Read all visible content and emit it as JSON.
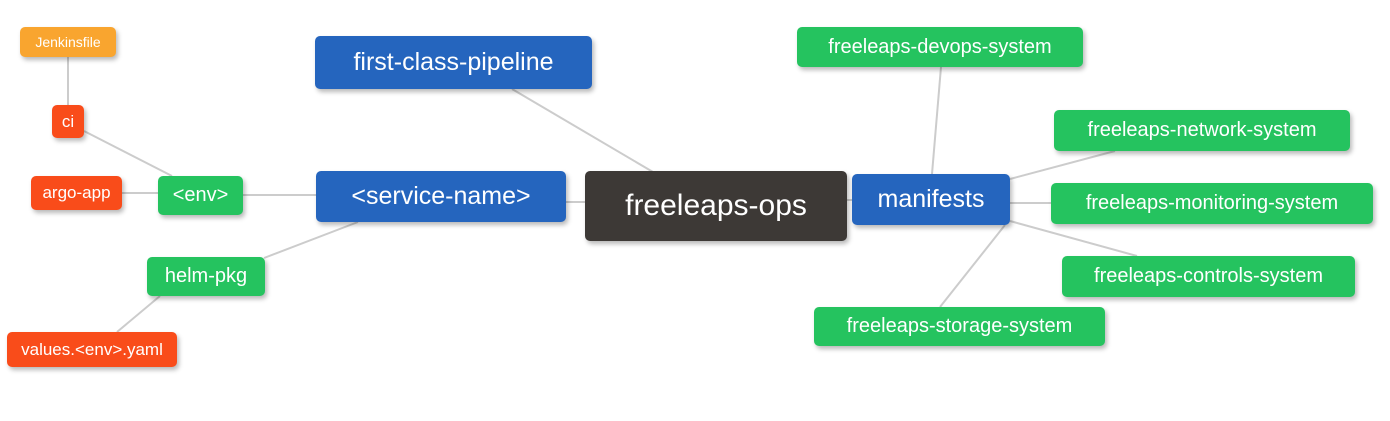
{
  "palette": {
    "root_bg": "#3D3936",
    "level1_bg": "#2565BE",
    "level2_bg": "#25C35F",
    "level3_bg": "#F94C1A",
    "level4_bg": "#F9A52F",
    "node_text": "#FFFFFF",
    "edge": "#CCCCCC",
    "background": "#FFFFFF"
  },
  "diagram": {
    "type": "mindmap",
    "nodes": [
      {
        "id": "freeleaps-ops",
        "label": "freeleaps-ops",
        "level": 0
      },
      {
        "id": "first-class-pipeline",
        "label": "first-class-pipeline",
        "level": 1
      },
      {
        "id": "service-name",
        "label": "<service-name>",
        "level": 1
      },
      {
        "id": "manifests",
        "label": "manifests",
        "level": 1
      },
      {
        "id": "env",
        "label": "<env>",
        "level": 2
      },
      {
        "id": "helm-pkg",
        "label": "helm-pkg",
        "level": 2
      },
      {
        "id": "ci",
        "label": "ci",
        "level": 3
      },
      {
        "id": "argo-app",
        "label": "argo-app",
        "level": 3
      },
      {
        "id": "values-env-yaml",
        "label": "values.<env>.yaml",
        "level": 3
      },
      {
        "id": "jenkinsfile",
        "label": "Jenkinsfile",
        "level": 4
      },
      {
        "id": "freeleaps-devops-system",
        "label": "freeleaps-devops-system",
        "level": 2
      },
      {
        "id": "freeleaps-network-system",
        "label": "freeleaps-network-system",
        "level": 2
      },
      {
        "id": "freeleaps-monitoring-system",
        "label": "freeleaps-monitoring-system",
        "level": 2
      },
      {
        "id": "freeleaps-controls-system",
        "label": "freeleaps-controls-system",
        "level": 2
      },
      {
        "id": "freeleaps-storage-system",
        "label": "freeleaps-storage-system",
        "level": 2
      }
    ],
    "edges": [
      [
        "first-class-pipeline",
        "freeleaps-ops"
      ],
      [
        "service-name",
        "freeleaps-ops"
      ],
      [
        "freeleaps-ops",
        "manifests"
      ],
      [
        "env",
        "service-name"
      ],
      [
        "argo-app",
        "env"
      ],
      [
        "ci",
        "env"
      ],
      [
        "jenkinsfile",
        "ci"
      ],
      [
        "service-name",
        "helm-pkg"
      ],
      [
        "helm-pkg",
        "values-env-yaml"
      ],
      [
        "manifests",
        "freeleaps-devops-system"
      ],
      [
        "manifests",
        "freeleaps-network-system"
      ],
      [
        "manifests",
        "freeleaps-monitoring-system"
      ],
      [
        "manifests",
        "freeleaps-controls-system"
      ],
      [
        "manifests",
        "freeleaps-storage-system"
      ]
    ]
  }
}
